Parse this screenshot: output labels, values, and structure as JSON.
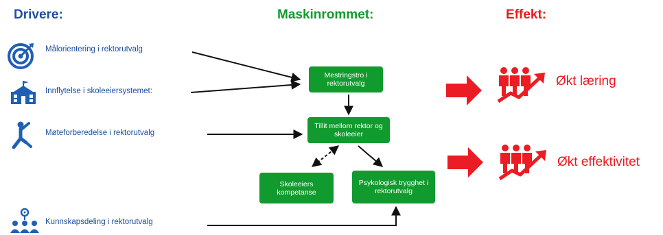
{
  "headers": {
    "drivers": "Drivere:",
    "machine_room": "Maskinrommet:",
    "effect": "Effekt:"
  },
  "drivers": [
    {
      "label": "Målorientering i rektorutvalg",
      "icon": "target-icon"
    },
    {
      "label": "Innflytelse i skoleeiersystemet:",
      "icon": "school-building-icon"
    },
    {
      "label": "Møteforberedelse i rektorutvalg",
      "icon": "stretching-person-icon"
    },
    {
      "label": "Kunnskapsdeling i rektorutvalg",
      "icon": "people-network-icon"
    }
  ],
  "boxes": {
    "mestringstro": "Mestringstro i rektorutvalg",
    "tillit": "Tillit mellom rektor og skoleeier",
    "kompetanse": "Skoleeiers kompetanse",
    "trygghet": "Psykologisk trygghet i rektorutvalg"
  },
  "effects": [
    {
      "label": "Økt læring",
      "icon": "group-growth-icon"
    },
    {
      "label": "Økt effektivitet",
      "icon": "group-growth-icon"
    }
  ],
  "colors": {
    "drivers_header": "#1f4ea3",
    "machine_header": "#119a2e",
    "effect_header": "#f0161e",
    "box_fill": "#119a2e",
    "icon_blue": "#1f5fb4",
    "effect_red": "#f0161e"
  }
}
